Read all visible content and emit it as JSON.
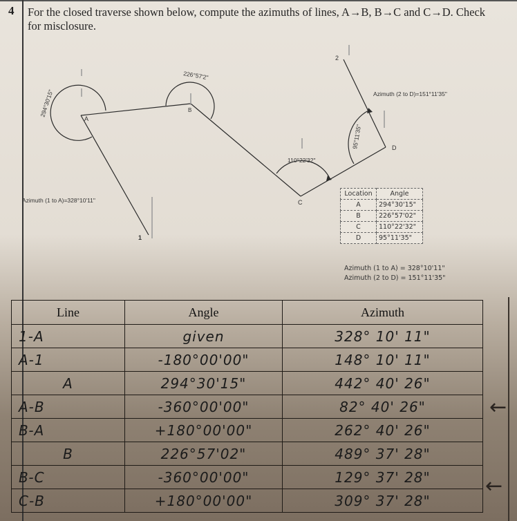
{
  "question": {
    "number": "4",
    "prompt": "For the closed traverse shown below, compute the azimuths of lines, A→B, B→C and C→D. Check for misclosure."
  },
  "diagram": {
    "points": {
      "A": "A",
      "B": "B",
      "C": "C",
      "D": "D",
      "one": "1",
      "two": "2"
    },
    "angle_labels": {
      "A": "294°30'15\"",
      "B": "226°57'2\"",
      "C": "110°22'32\"",
      "D": "95°11'35\""
    },
    "azimuth_labels": {
      "one_to_A": "Azimuth (1 to A)=328°10'11\"",
      "two_to_D": "Azimuth (2 to D)=151°11'35\""
    }
  },
  "reference_table": {
    "headers": [
      "Location",
      "Angle"
    ],
    "rows": [
      {
        "location": "A",
        "angle": "294°30'15\""
      },
      {
        "location": "B",
        "angle": "226°57'02\""
      },
      {
        "location": "C",
        "angle": "110°22'32\""
      },
      {
        "location": "D",
        "angle": "95°11'35\""
      }
    ],
    "notes": [
      "Azimuth (1 to A) = 328°10'11\"",
      "Azimuth (2 to D) = 151°11'35\""
    ]
  },
  "work_table": {
    "headers": [
      "Line",
      "Angle",
      "Azimuth"
    ],
    "rows": [
      {
        "line": "1-A",
        "angle": "given",
        "azimuth": "328° 10' 11\""
      },
      {
        "line": "A-1",
        "angle": "-180°00'00\"",
        "azimuth": "148° 10' 11\""
      },
      {
        "line": "A",
        "angle": "294°30'15\"",
        "azimuth": "442° 40' 26\""
      },
      {
        "line": "A-B",
        "angle": "-360°00'00\"",
        "azimuth": "82° 40' 26\""
      },
      {
        "line": "B-A",
        "angle": "+180°00'00\"",
        "azimuth": "262° 40' 26\""
      },
      {
        "line": "B",
        "angle": "226°57'02\"",
        "azimuth": "489° 37' 28\""
      },
      {
        "line": "B-C",
        "angle": "-360°00'00\"",
        "azimuth": "129° 37' 28\""
      },
      {
        "line": "C-B",
        "angle": "+180°00'00\"",
        "azimuth": "309° 37' 28\""
      }
    ]
  },
  "margin_marks": {
    "arrow_A_B": "←",
    "arrow_B_C": "←"
  }
}
